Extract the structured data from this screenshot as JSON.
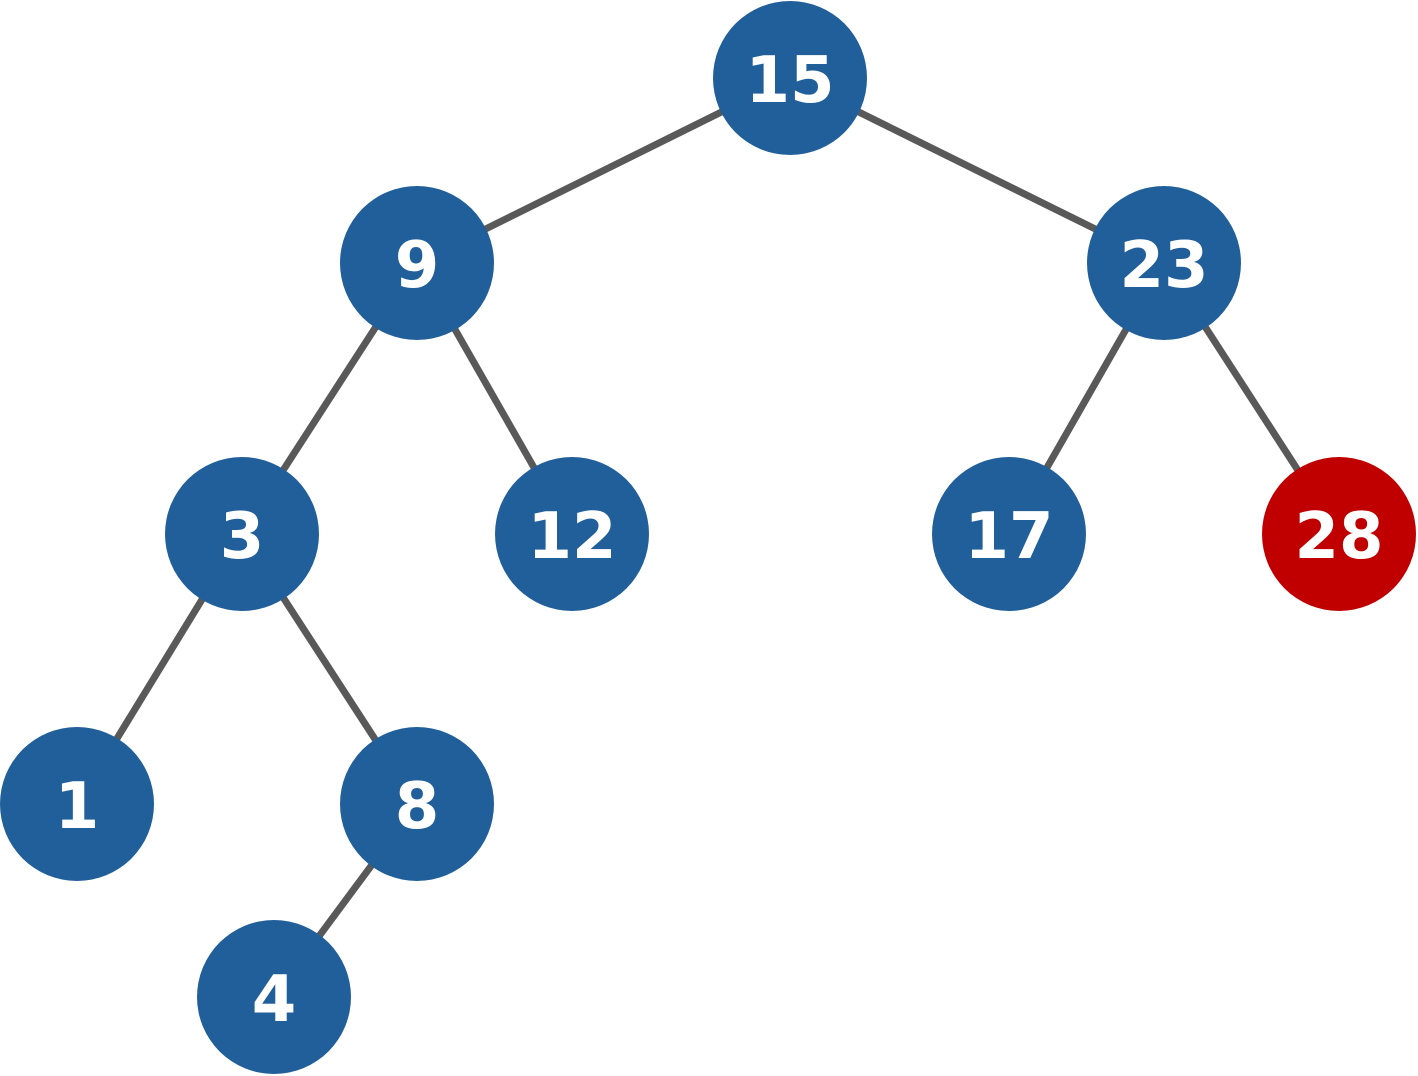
{
  "colors": {
    "node_default": "#215f9a",
    "node_highlight": "#c00000",
    "edge": "#595959",
    "label": "#ffffff"
  },
  "tree": {
    "nodes": [
      {
        "id": "n15",
        "label": "15",
        "highlight": false
      },
      {
        "id": "n9",
        "label": "9",
        "highlight": false
      },
      {
        "id": "n23",
        "label": "23",
        "highlight": false
      },
      {
        "id": "n3",
        "label": "3",
        "highlight": false
      },
      {
        "id": "n12",
        "label": "12",
        "highlight": false
      },
      {
        "id": "n17",
        "label": "17",
        "highlight": false
      },
      {
        "id": "n28",
        "label": "28",
        "highlight": true
      },
      {
        "id": "n1",
        "label": "1",
        "highlight": false
      },
      {
        "id": "n8",
        "label": "8",
        "highlight": false
      },
      {
        "id": "n4",
        "label": "4",
        "highlight": false
      }
    ],
    "edges": [
      {
        "from": "n15",
        "to": "n9"
      },
      {
        "from": "n15",
        "to": "n23"
      },
      {
        "from": "n9",
        "to": "n3"
      },
      {
        "from": "n9",
        "to": "n12"
      },
      {
        "from": "n23",
        "to": "n17"
      },
      {
        "from": "n23",
        "to": "n28"
      },
      {
        "from": "n3",
        "to": "n1"
      },
      {
        "from": "n3",
        "to": "n8"
      },
      {
        "from": "n8",
        "to": "n4"
      }
    ]
  }
}
